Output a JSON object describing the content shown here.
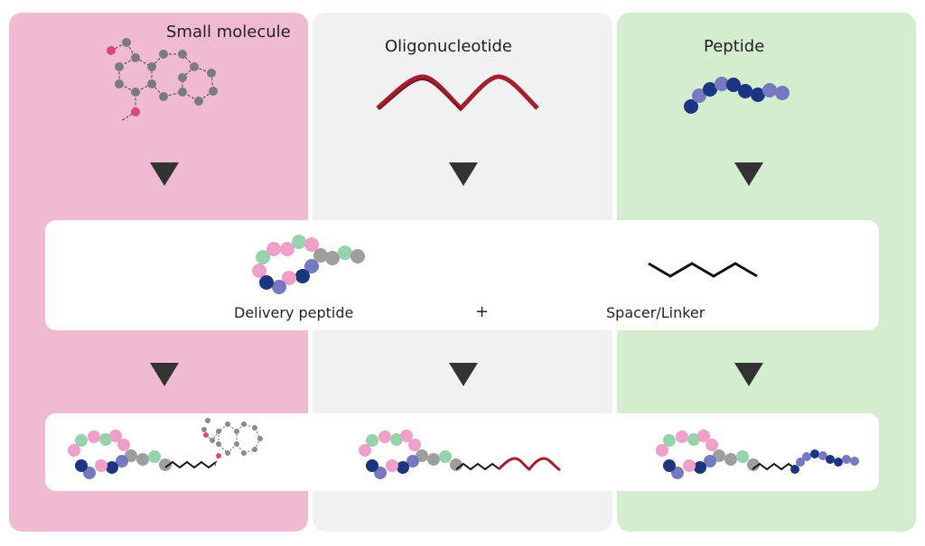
{
  "columns": [
    {
      "id": "small-molecule",
      "title": "Small molecule",
      "color": "#efbad2"
    },
    {
      "id": "oligonucleotide",
      "title": "Oligonucleotide",
      "color": "#f1f1f1"
    },
    {
      "id": "peptide",
      "title": "Peptide",
      "color": "#d4edcf"
    }
  ],
  "middle": {
    "delivery_label": "Delivery peptide",
    "plus": "+",
    "linker_label": "Spacer/Linker"
  },
  "colors": {
    "pink": "#ef9fc8",
    "green": "#96d3ac",
    "navy": "#1b3580",
    "lavender": "#7678c0",
    "grey": "#9e9e9e",
    "magenta": "#e0457f",
    "ribbon": "#a51e2e",
    "arrow": "#333333"
  }
}
